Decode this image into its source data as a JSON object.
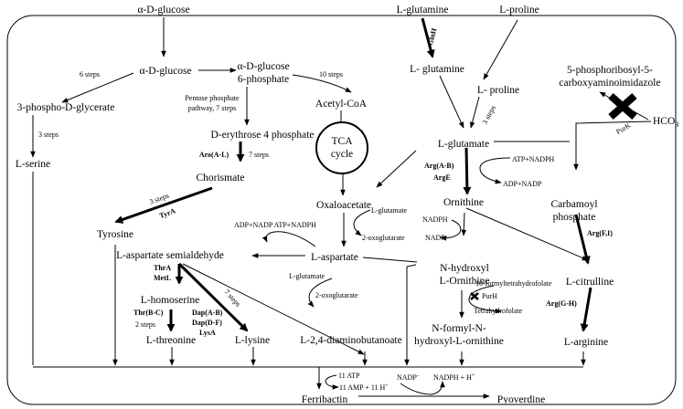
{
  "nodes": {
    "glc_ext": "α-D-glucose",
    "glc": "α-D-glucose",
    "glc6p_1": "α-D-glucose",
    "glc6p_2": "6-phosphate",
    "pg3": "3-phospho-D-glycerate",
    "serine": "L-serine",
    "e4p": "D-erythrose 4 phosphate",
    "chorismate": "Chorismate",
    "tyrosine": "Tyrosine",
    "acetylcoa": "Acetyl-CoA",
    "tca1": "TCA",
    "tca2": "cycle",
    "oxaloacetate": "Oxaloacetate",
    "aspartate": "L-aspartate",
    "aspsa": "L-aspartate semialdehyde",
    "homoserine": "L-homoserine",
    "threonine": "L-threonine",
    "lysine": "L-lysine",
    "dab": "L-2,4-diaminobutanoate",
    "gln_ext": "L-glutamine",
    "pro_ext": "L-proline",
    "gln": "L- glutamine",
    "pro": "L- proline",
    "glu": "L-glutamate",
    "prca1": "5-phosphoribosyl-5-",
    "prca2": "carboxyaminoimidazole",
    "hco3": "HCO",
    "hco3_sub": "3",
    "ornithine": "Ornithine",
    "carbp1": "Carbamoyl",
    "carbp2": "phosphate",
    "nho1": "N-hydroxyl",
    "nho2": "L-Ornithine",
    "citrulline": "L-citrulline",
    "nfo1": "N-formyl-N-",
    "nfo2": "hydroxyl-L-ornithine",
    "arginine": "L-arginine",
    "ferribactin": "Ferribactin",
    "pyoverdine": "Pyoverdine"
  },
  "labels": {
    "steps6": "6 steps",
    "steps10": "10 steps",
    "ppp1": "Pentose phosphate",
    "ppp2": "pathway, 7 steps",
    "steps3_ser": "3 steps",
    "aro": "Aro(A-L)",
    "steps7_aro": "7 steps",
    "steps3_tyr": "3 steps",
    "tyra": "TyrA",
    "glnh": "GlnH",
    "steps3_pro": "3 steps",
    "purk": "PurK",
    "atp_nadph": "ATP+NADPH",
    "adp_nadp": "ADP+NADP",
    "argab": "Arg(A-B)",
    "arge": "ArgE",
    "nadph": "NADPH",
    "nadp": "NADP",
    "arg_fi": "Arg(F,I)",
    "thf10": "10-formyltetrahydrofolate",
    "purh": "PurH",
    "thf": "Tetrahydrofolate",
    "arg_gh": "Arg(G-H)",
    "lglu_asp": "L-glutamate",
    "oxo_asp": "2-oxoglutarate",
    "adpnadp_atpnadph": "ADP+NADP ATP+NADPH",
    "thra": "ThrA",
    "metl": "MetL",
    "steps7_lys": "7 steps",
    "lglu_dab": "L-glutamate",
    "oxo_dab": "2-oxoglutarate",
    "thrbc": "Thr(B-C)",
    "steps2": "2 steps",
    "dapab": "Dap(A-B)",
    "dapdf": "Dap(D-F)",
    "lysa": "LysA",
    "atp11": "11 ATP",
    "amp11": "11 AMP + 11 H",
    "amp11_sup": "+",
    "nadp_minus": "NADP",
    "nadp_minus_sup": "−",
    "nadph_h": "NADPH + H",
    "nadph_h_sup": "+"
  }
}
